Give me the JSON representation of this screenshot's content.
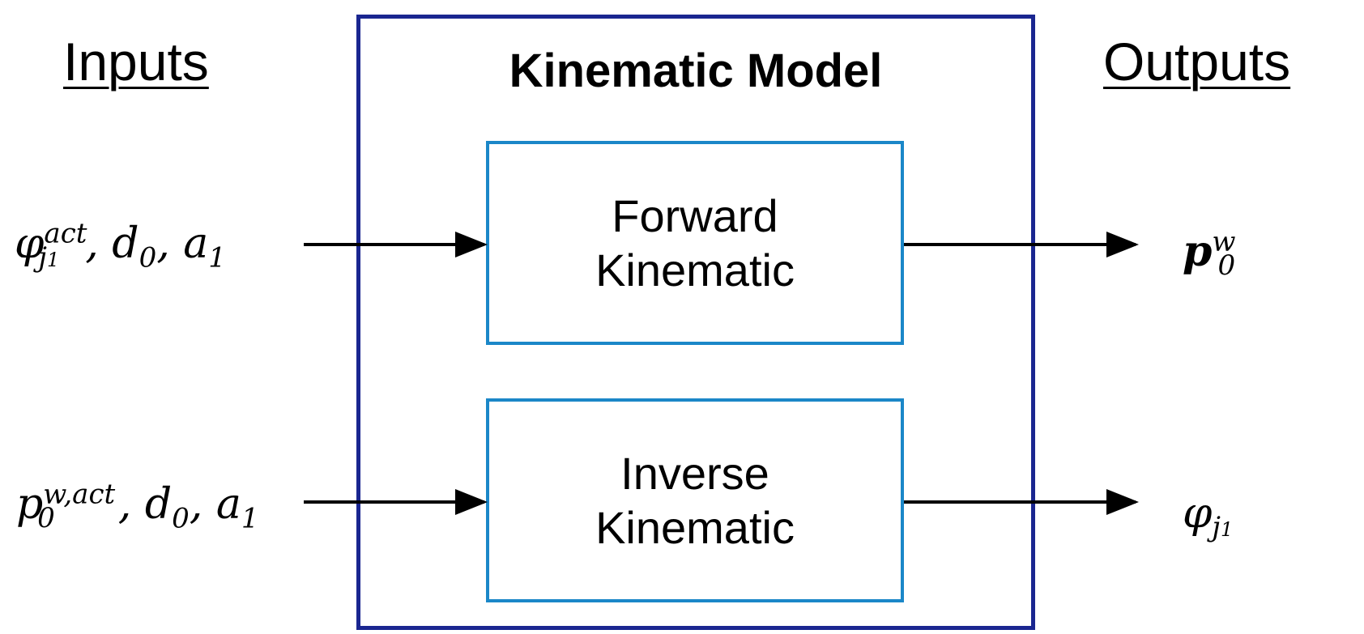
{
  "headings": {
    "inputs": "Inputs",
    "outputs": "Outputs"
  },
  "model": {
    "title": "Kinematic Model",
    "forward": {
      "line1": "Forward",
      "line2": "Kinematic"
    },
    "inverse": {
      "line1": "Inverse",
      "line2": "Kinematic"
    }
  },
  "colors": {
    "outer_border": "#1a2690",
    "inner_border": "#1b87c8",
    "arrow": "#000000"
  }
}
